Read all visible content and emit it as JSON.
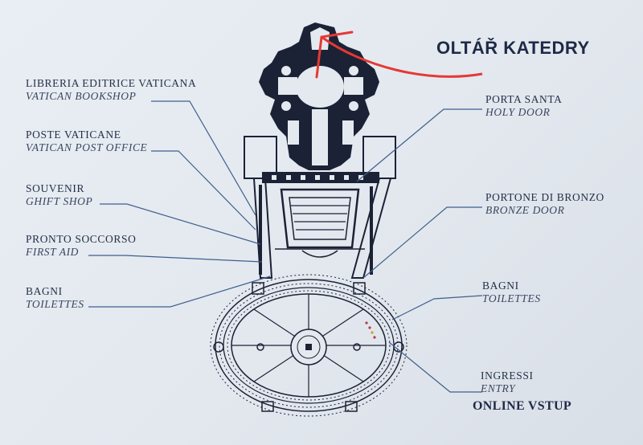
{
  "annotation": {
    "title": "OLTÁŘ KATEDRY",
    "arrow_color": "#e53935",
    "online_entry": "ONLINE VSTUP"
  },
  "labels_left": [
    {
      "it": "LIBRERIA EDITRICE VATICANA",
      "en": "VATICAN BOOKSHOP"
    },
    {
      "it": "POSTE VATICANE",
      "en": "VATICAN POST OFFICE"
    },
    {
      "it": "SOUVENIR",
      "en": "GHIFT SHOP"
    },
    {
      "it": "PRONTO SOCCORSO",
      "en": "FIRST AID"
    },
    {
      "it": "BAGNI",
      "en": "TOILETTES"
    }
  ],
  "labels_right": [
    {
      "it": "PORTA SANTA",
      "en": "HOLY DOOR"
    },
    {
      "it": "PORTONE DI BRONZO",
      "en": "BRONZE DOOR"
    },
    {
      "it": "BAGNI",
      "en": "TOILETTES"
    },
    {
      "it": "INGRESSI",
      "en": "ENTRY"
    }
  ],
  "colors": {
    "background": "#e6ebf1",
    "plan_fill": "#1c2235",
    "line": "#3f5f8c",
    "text": "#243047"
  }
}
